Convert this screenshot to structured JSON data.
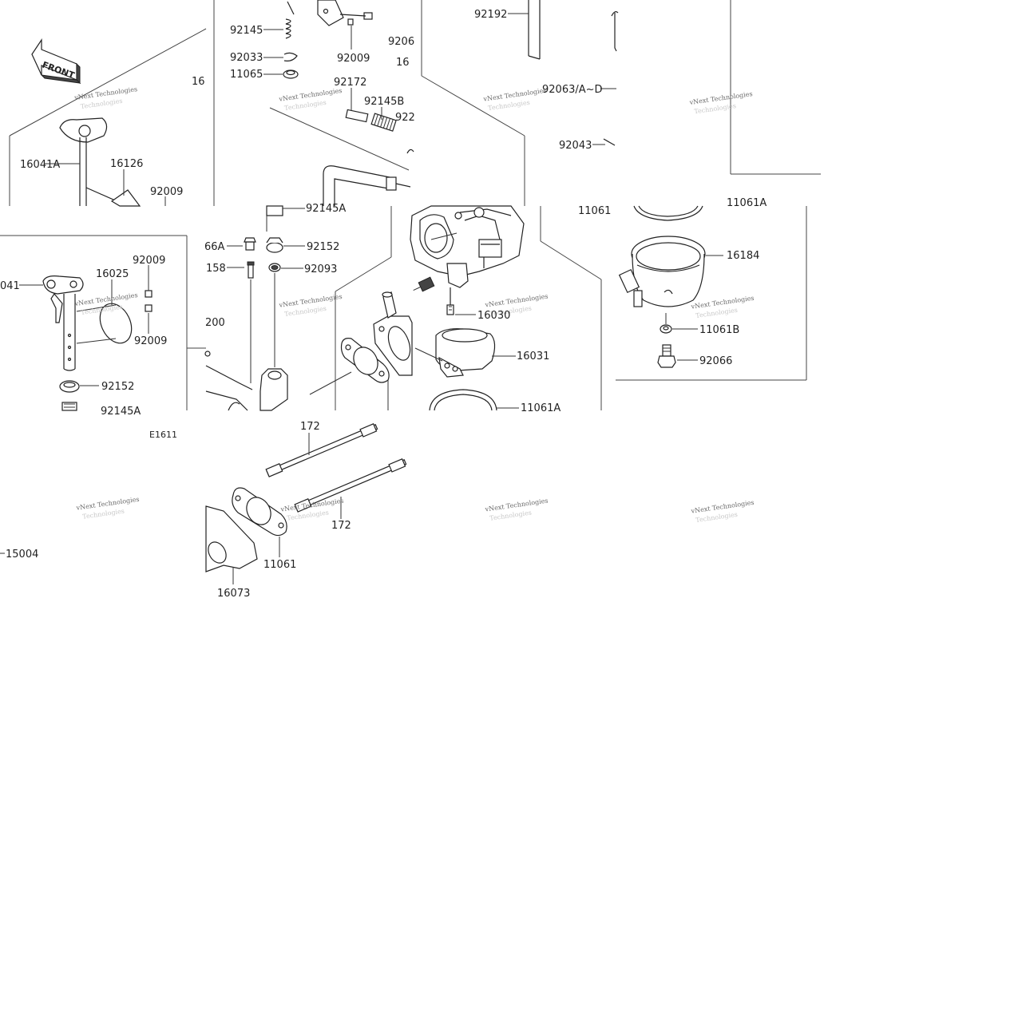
{
  "diagram_code": "E1611",
  "watermark": {
    "line1": "vNext Technologies",
    "line2": "Technologies"
  },
  "front_label": "FRONT",
  "parts": {
    "p92145_top": "92145",
    "p92033": "92033",
    "p11065": "11065",
    "p92009_a": "92009",
    "p9206_cut": "9206",
    "p16_cut_a": "16",
    "p92172": "92172",
    "p92145B": "92145B",
    "p922_cut": "922",
    "p92192": "92192",
    "p92063": "92063/A~D",
    "p92043": "92043",
    "p16_cut_b": "16",
    "p16041A": "16041A",
    "p16126": "16126",
    "p92009_b": "92009",
    "p11061_c": "11061",
    "p11061_cut": "11061A",
    "p92145A_top": "92145A",
    "p66A_cut": "66A",
    "p92152_a": "92152",
    "p158_cut": "158",
    "p92093": "92093",
    "p16184": "16184",
    "p041_cut": "041",
    "p16025": "16025",
    "p92009_c": "92009",
    "p92009_d": "92009",
    "p92152_b": "92152",
    "p92145A_bot": "92145A",
    "p200_cut": "200",
    "p16030": "16030",
    "p16031": "16031",
    "p11061B": "11061B",
    "p92066": "92066",
    "p11061A": "11061A",
    "p172_a": "172",
    "p172_b": "172",
    "p15004": "15004",
    "p11061_d": "11061",
    "p16073": "16073"
  }
}
